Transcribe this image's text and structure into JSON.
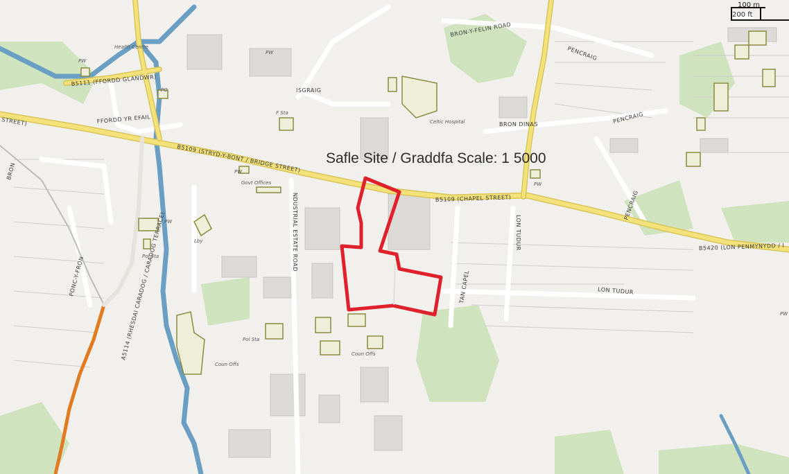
{
  "map": {
    "title": "Safle Site / Graddfa Scale: 1 5000",
    "scale_bar": {
      "label_top": "100 m",
      "label_bottom": "200 ft"
    },
    "colors": {
      "background": "#f2f0ec",
      "main_road": "#f3e27a",
      "major_road_orange": "#e07b22",
      "river": "#6a9ec2",
      "green_space": "#cfe3bf",
      "site_boundary": "#e0202a"
    },
    "road_labels": [
      "B5111 (FFORDD GLANDWR)",
      "FFORDD YR EFAIL",
      "STREET)",
      "B5109 (STRYD-Y-BONT / BRIDGE STREET)",
      "B5109 (CHAPEL STREET)",
      "B5420 (LON PENMYNYDD / I",
      "A5114 (RHESDAI CARADOG / CARADOG TERRACE)",
      "NDUSTRIAL ESTATE ROAD",
      "BRON-Y-FELIN ROAD",
      "PENCRAIG",
      "PENCRAIG",
      "PENCRAIG",
      "ISGRAIG",
      "BRON DINAS",
      "LON TUDUR",
      "LON TUDUR",
      "TAN CAPEL",
      "PONC-Y-FRON",
      "BRON"
    ],
    "place_labels": [
      "Health Centre",
      "PW",
      "PO",
      "F Sta",
      "Celtic Hospital",
      "PW",
      "Govt Offices",
      "PW",
      "Lby",
      "Pol Sta",
      "Pol Sta",
      "Coun Offs",
      "Coun Offs",
      "PW",
      "PW",
      "PW"
    ]
  }
}
